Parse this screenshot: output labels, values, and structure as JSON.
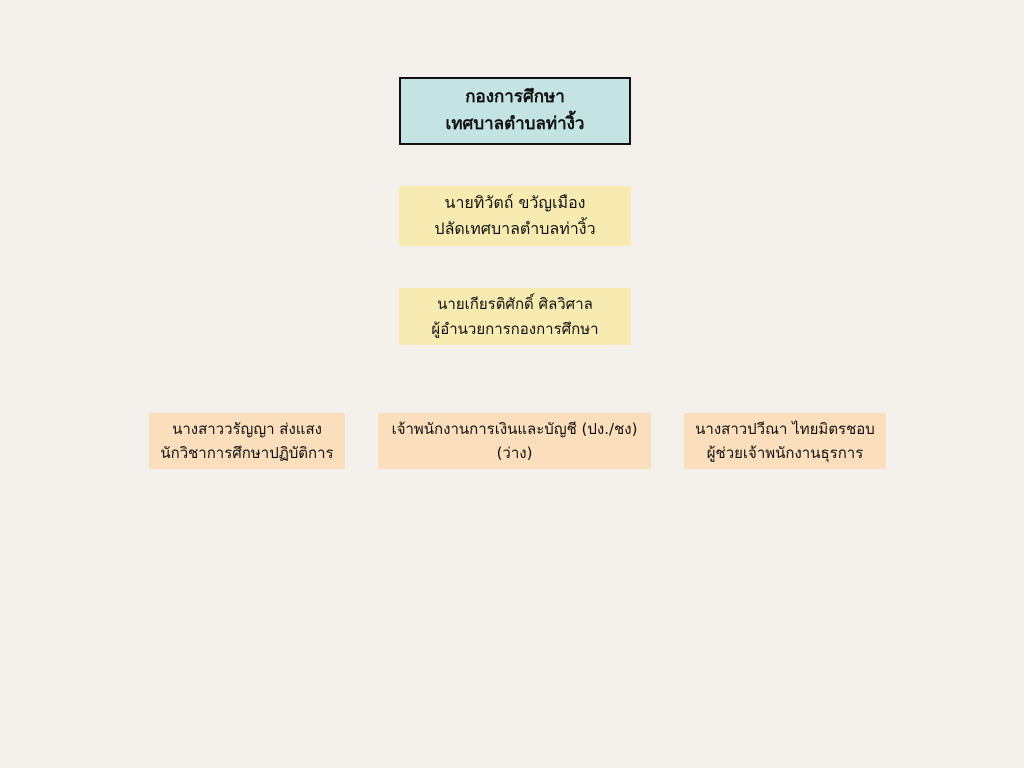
{
  "org_chart": {
    "title": {
      "line1": "กองการศึกษา",
      "line2": "เทศบาลตำบลท่างิ้ว"
    },
    "deputy_mayor": {
      "name": "นายทิวัตถ์ ขวัญเมือง",
      "position": "ปลัดเทศบาลตำบลท่างิ้ว"
    },
    "director": {
      "name": "นายเกียรติศักดิ์ ศิลวิศาล",
      "position": "ผู้อำนวยการกองการศึกษา"
    },
    "staff": [
      {
        "line1": "นางสาววรัญญา ส่งแสง",
        "line2": "นักวิชาการศึกษาปฏิบัติการ"
      },
      {
        "line1": "เจ้าพนักงานการเงินและบัญชี (ปง./ชง)",
        "line2": "(ว่าง)"
      },
      {
        "line1": "นางสาวปวีณา ไทยมิตรชอบ",
        "line2": "ผู้ช่วยเจ้าพนักงานธุรการ"
      }
    ]
  },
  "colors": {
    "background": "#f4f0eb",
    "title_fill": "#c3e4e2",
    "management_fill": "#f8ebb1",
    "staff_fill": "#fbdfbc"
  }
}
